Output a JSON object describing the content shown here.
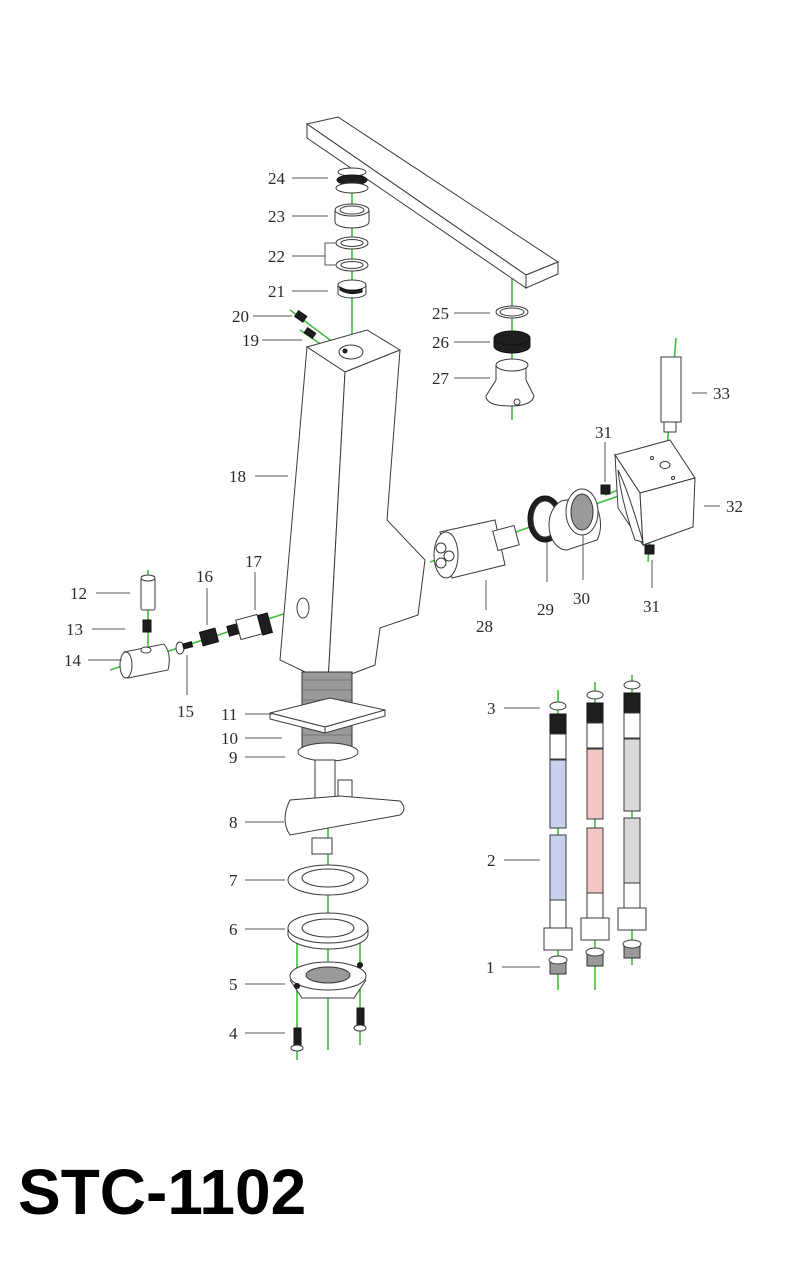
{
  "document": {
    "model_number": "STC-1102",
    "type": "exploded parts diagram"
  },
  "colors": {
    "axis_line": "#3fbf3f",
    "outline": "#3a3a3a",
    "hose_cold": "#c8d0ef",
    "hose_hot": "#f3c6c6",
    "hose_neutral": "#d8d8d8"
  },
  "parts": [
    {
      "id": "1",
      "label": "1"
    },
    {
      "id": "2",
      "label": "2"
    },
    {
      "id": "3",
      "label": "3"
    },
    {
      "id": "4",
      "label": "4"
    },
    {
      "id": "5",
      "label": "5"
    },
    {
      "id": "6",
      "label": "6"
    },
    {
      "id": "7",
      "label": "7"
    },
    {
      "id": "8",
      "label": "8"
    },
    {
      "id": "9",
      "label": "9"
    },
    {
      "id": "10",
      "label": "10"
    },
    {
      "id": "11",
      "label": "11"
    },
    {
      "id": "12",
      "label": "12"
    },
    {
      "id": "13",
      "label": "13"
    },
    {
      "id": "14",
      "label": "14"
    },
    {
      "id": "15",
      "label": "15"
    },
    {
      "id": "16",
      "label": "16"
    },
    {
      "id": "17",
      "label": "17"
    },
    {
      "id": "18",
      "label": "18"
    },
    {
      "id": "19",
      "label": "19"
    },
    {
      "id": "20",
      "label": "20"
    },
    {
      "id": "21",
      "label": "21"
    },
    {
      "id": "22",
      "label": "22"
    },
    {
      "id": "23",
      "label": "23"
    },
    {
      "id": "24",
      "label": "24"
    },
    {
      "id": "25",
      "label": "25"
    },
    {
      "id": "26",
      "label": "26"
    },
    {
      "id": "27",
      "label": "27"
    },
    {
      "id": "28",
      "label": "28"
    },
    {
      "id": "29",
      "label": "29"
    },
    {
      "id": "30",
      "label": "30"
    },
    {
      "id": "31a",
      "label": "31"
    },
    {
      "id": "31b",
      "label": "31"
    },
    {
      "id": "32",
      "label": "32"
    },
    {
      "id": "33",
      "label": "33"
    }
  ]
}
